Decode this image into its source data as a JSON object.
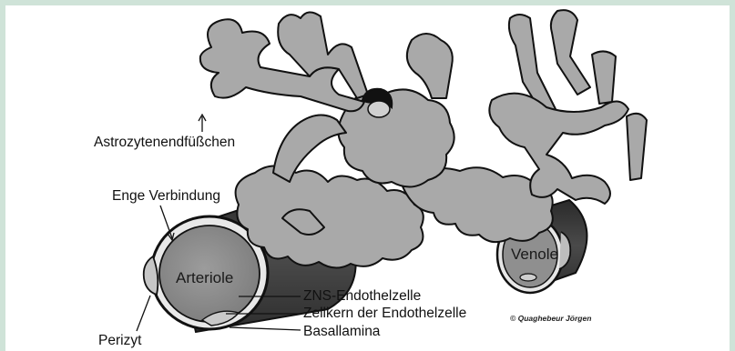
{
  "labels": {
    "astrocyte_endfeet": "Astrozytenendfüßchen",
    "tight_junction": "Enge Verbindung",
    "arteriole": "Arteriole",
    "venule": "Venole",
    "cns_endothelial_cell": "ZNS-Endothelzelle",
    "endothelial_nucleus": "Zellkern der Endothelzelle",
    "basal_lamina": "Basallamina",
    "pericyte": "Perizyt"
  },
  "credit": "© Quaghebeur Jörgen",
  "colors": {
    "frame": "#cfe3d8",
    "astrocyte_fill": "#a9a9a9",
    "outline": "#111111",
    "vessel_dark": "#3a3a3a",
    "vessel_face": "#8e8e8e"
  }
}
